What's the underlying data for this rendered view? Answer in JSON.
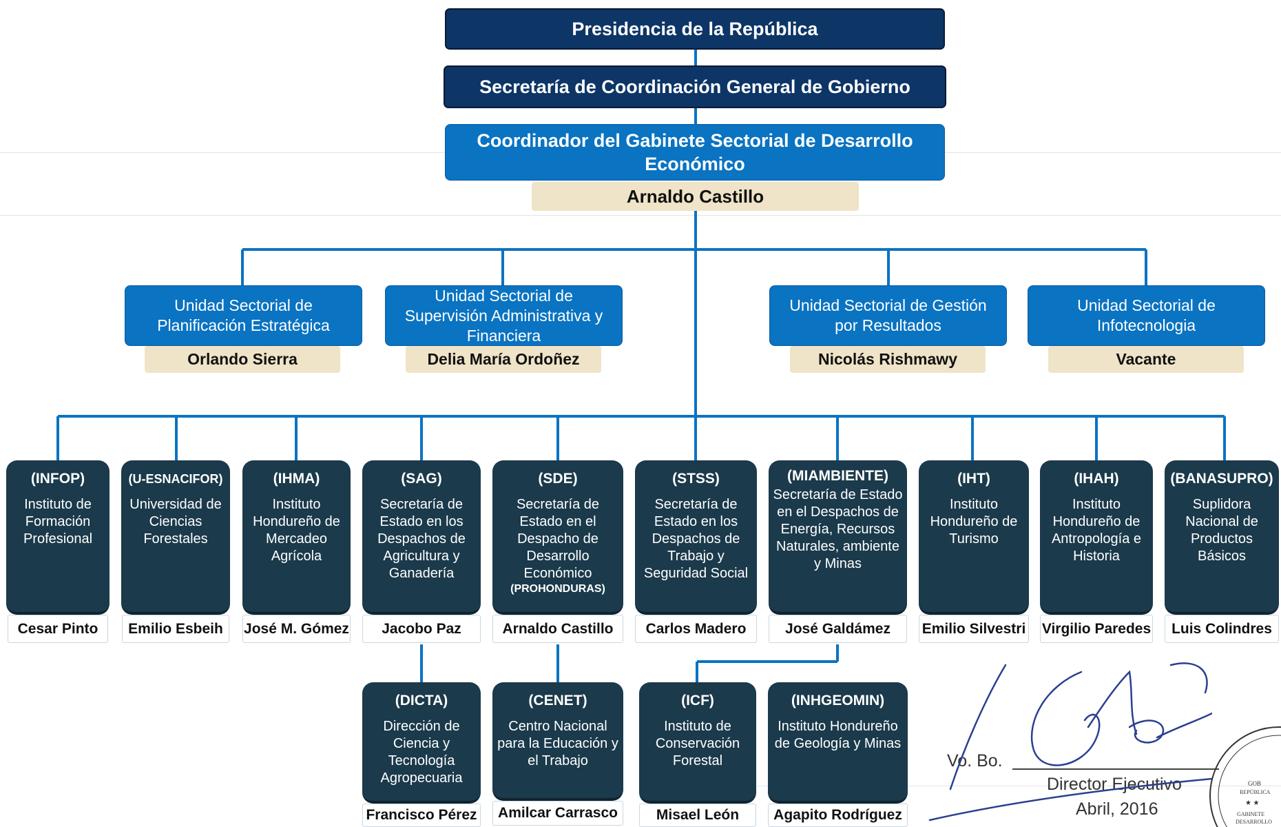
{
  "top": {
    "presidencia": "Presidencia de la República",
    "secretaria": "Secretaría de Coordinación General de Gobierno",
    "coordinador": "Coordinador del Gabinete Sectorial de Desarrollo Económico",
    "coordinador_name": "Arnaldo Castillo"
  },
  "units": [
    {
      "title": "Unidad Sectorial de Planificación Estratégica",
      "person": "Orlando Sierra"
    },
    {
      "title": "Unidad Sectorial de Supervisión Administrativa y Financiera",
      "person": "Delia María Ordoñez"
    },
    {
      "title": "Unidad Sectorial de Gestión por Resultados",
      "person": "Nicolás Rishmawy"
    },
    {
      "title": "Unidad Sectorial de Infotecnologia",
      "person": "Vacante"
    }
  ],
  "institutions": [
    {
      "abbr": "(INFOP)",
      "name": "Instituto de Formación Profesional",
      "person": "Cesar Pinto"
    },
    {
      "abbr": "(U-ESNACIFOR)",
      "name": "Universidad de Ciencias Forestales",
      "person": "Emilio Esbeih"
    },
    {
      "abbr": "(IHMA)",
      "name": "Instituto Hondureño de Mercadeo Agrícola",
      "person": "José M. Gómez"
    },
    {
      "abbr": "(SAG)",
      "name": "Secretaría de Estado en los Despachos de Agricultura y Ganadería",
      "person": "Jacobo Paz"
    },
    {
      "abbr": "(SDE)",
      "name": "Secretaría de Estado en el Despacho de Desarrollo Económico",
      "sub": "(PROHONDURAS)",
      "person": "Arnaldo Castillo"
    },
    {
      "abbr": "(STSS)",
      "name": "Secretaría de Estado en los Despachos de Trabajo y Seguridad Social",
      "person": "Carlos Madero"
    },
    {
      "abbr": "(MIAMBIENTE)",
      "name": "Secretaría de Estado en el Despachos de Energía, Recursos Naturales, ambiente y Minas",
      "person": "José Galdámez"
    },
    {
      "abbr": "(IHT)",
      "name": "Instituto Hondureño de Turismo",
      "person": "Emilio Silvestri"
    },
    {
      "abbr": "(IHAH)",
      "name": "Instituto Hondureño de Antropología e Historia",
      "person": "Virgilio Paredes"
    },
    {
      "abbr": "(BANASUPRO)",
      "name": "Suplidora Nacional de Productos Básicos",
      "person": "Luis Colindres"
    }
  ],
  "sub_institutions": [
    {
      "abbr": "(DICTA)",
      "name": "Dirección de Ciencia y Tecnología Agropecuaria",
      "person": "Francisco Pérez"
    },
    {
      "abbr": "(CENET)",
      "name": "Centro Nacional para la Educación y el Trabajo",
      "person": "Amilcar Carrasco"
    },
    {
      "abbr": "(ICF)",
      "name": "Instituto de Conservación Forestal",
      "person": "Misael León"
    },
    {
      "abbr": "(INHGEOMIN)",
      "name": "Instituto Hondureño de Geología y Minas",
      "person": "Agapito Rodríguez"
    }
  ],
  "signature": {
    "vobo": "Vo. Bo.",
    "title": "Director Ejecutivo",
    "date": "Abril, 2016"
  },
  "colors": {
    "navy": "#0d3566",
    "blue": "#0a73c2",
    "dark_teal": "#1b3a4b",
    "beige": "#efe4c8",
    "connector": "#0a73c2"
  }
}
